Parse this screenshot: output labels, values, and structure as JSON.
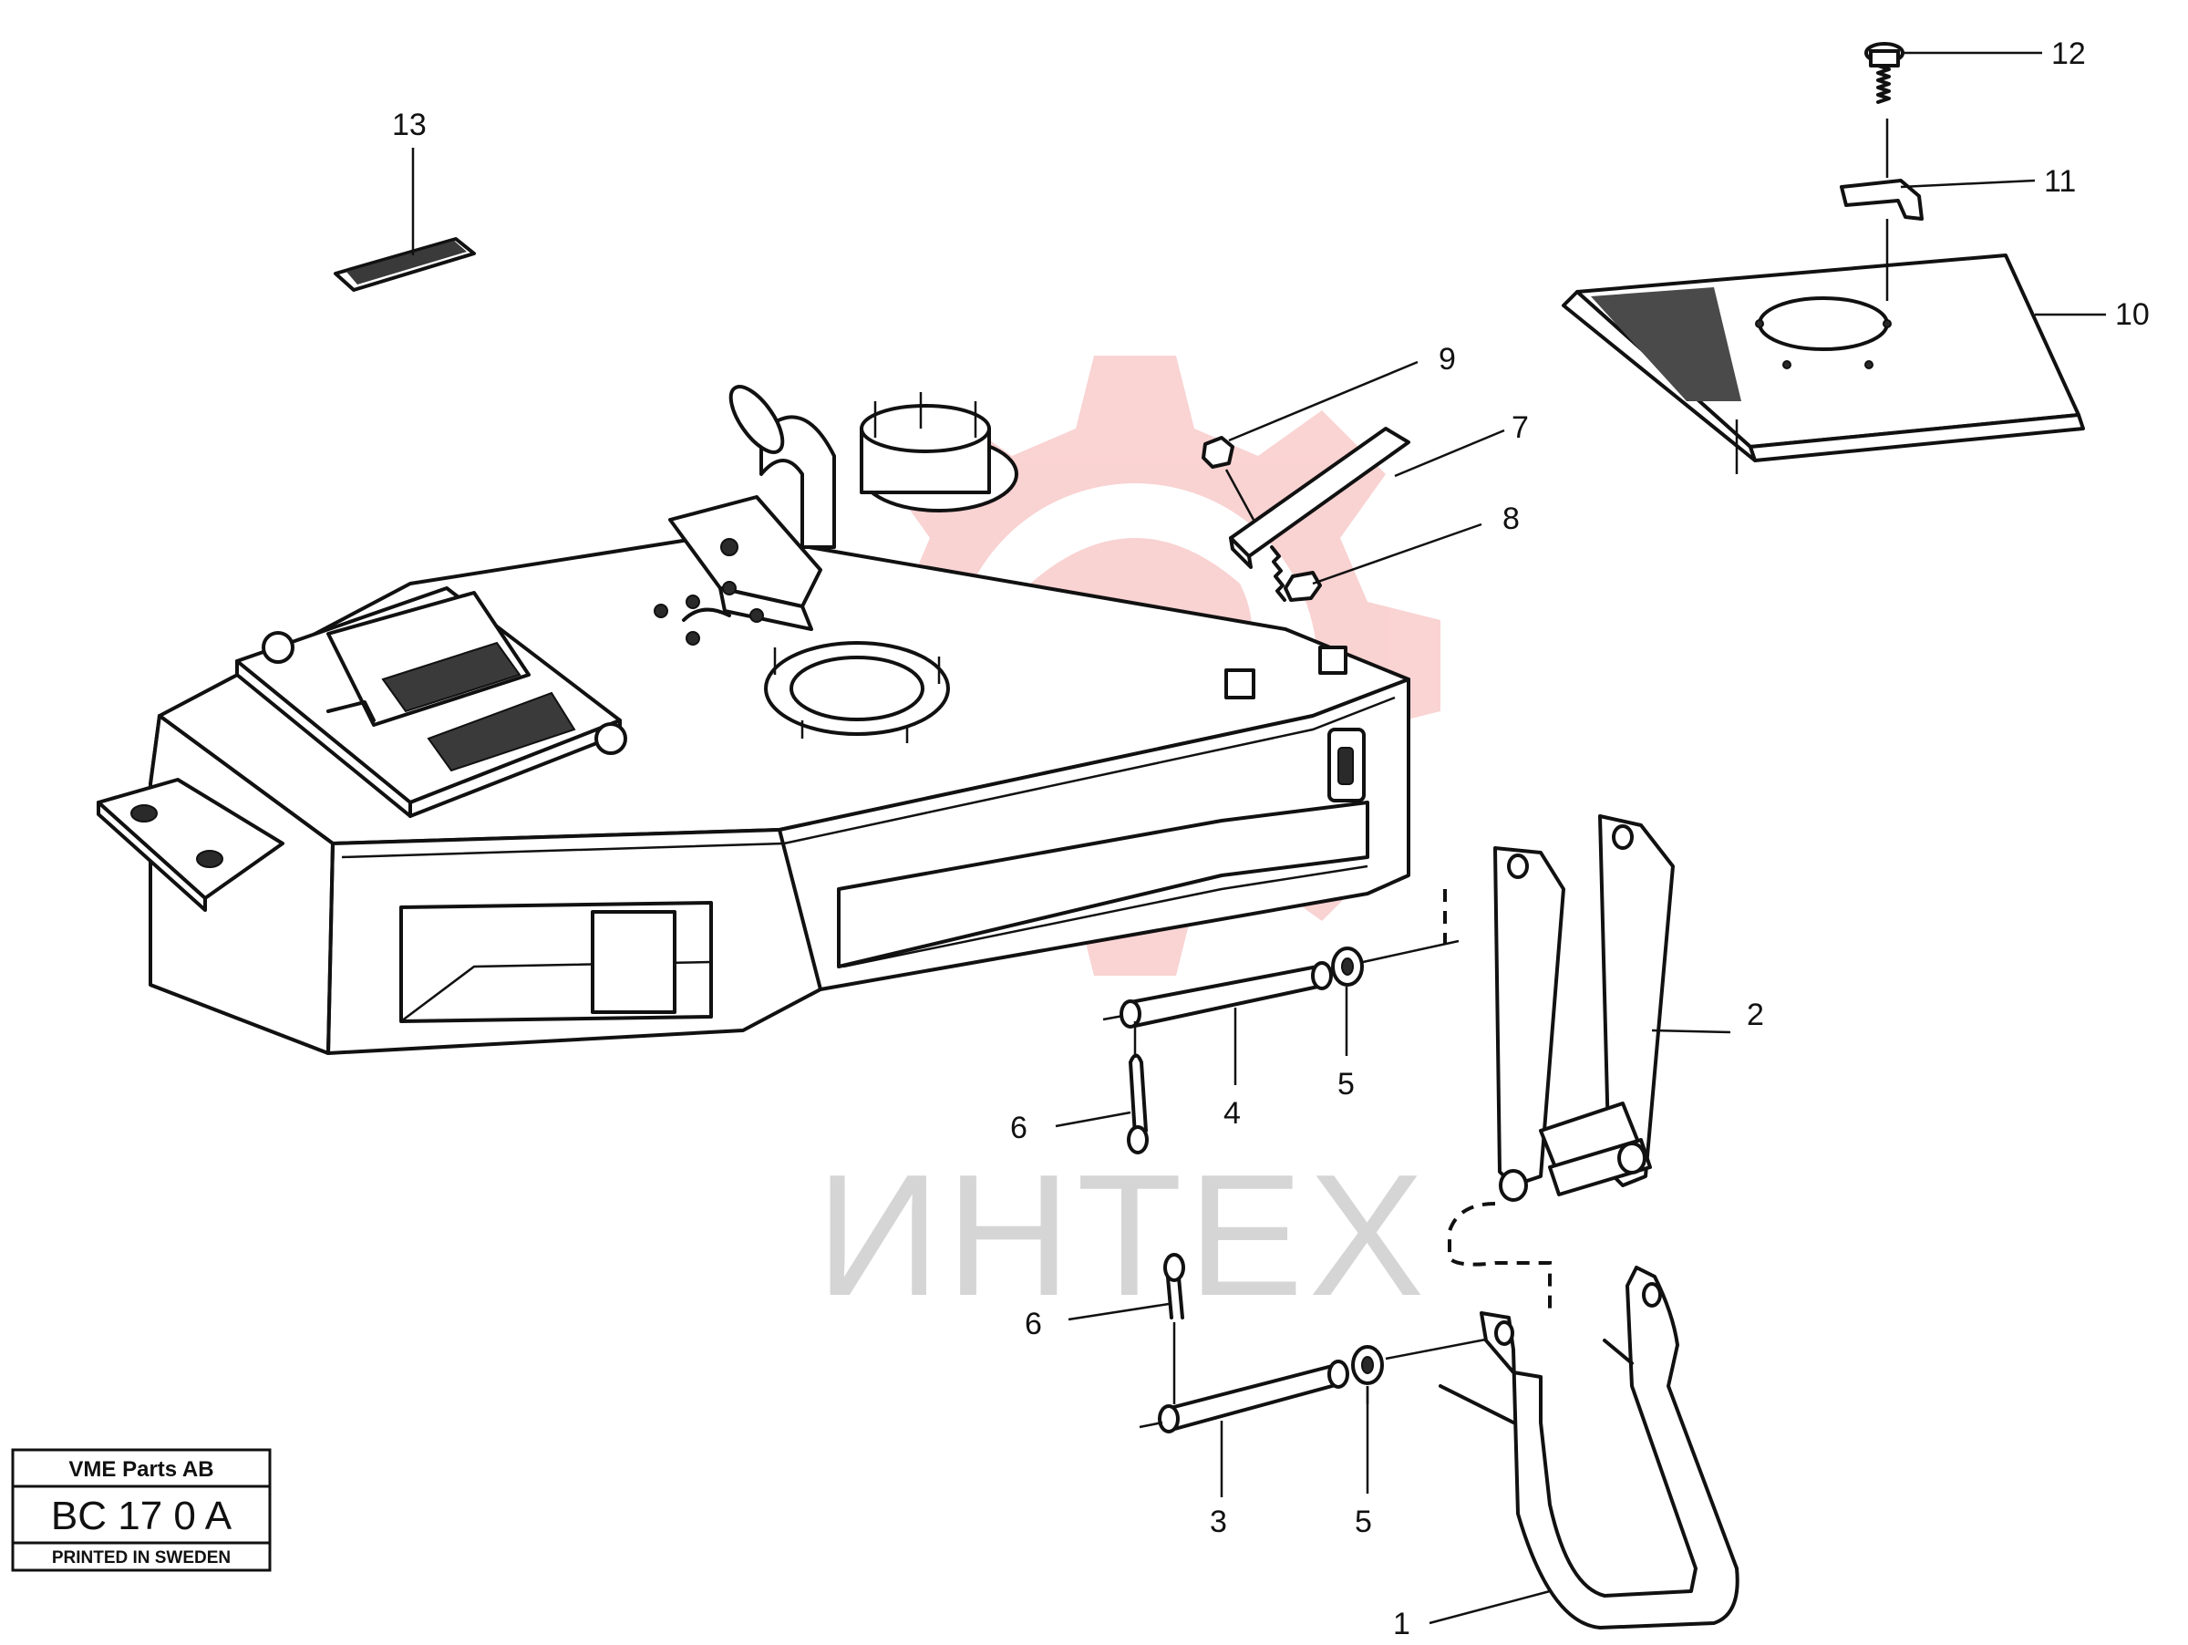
{
  "watermark": {
    "text": "ИНТЕХ",
    "gear_color": "#f08080",
    "text_color": "#c8c8c8"
  },
  "stamp": {
    "company": "VME Parts AB",
    "code": "BC 17 0 A",
    "printed": "PRINTED IN SWEDEN"
  },
  "callouts": [
    {
      "id": "1",
      "label": "1"
    },
    {
      "id": "2",
      "label": "2"
    },
    {
      "id": "3",
      "label": "3"
    },
    {
      "id": "4",
      "label": "4"
    },
    {
      "id": "5a",
      "label": "5"
    },
    {
      "id": "5b",
      "label": "5"
    },
    {
      "id": "6a",
      "label": "6"
    },
    {
      "id": "6b",
      "label": "6"
    },
    {
      "id": "7",
      "label": "7"
    },
    {
      "id": "8",
      "label": "8"
    },
    {
      "id": "9",
      "label": "9"
    },
    {
      "id": "10",
      "label": "10"
    },
    {
      "id": "11",
      "label": "11"
    },
    {
      "id": "12",
      "label": "12"
    },
    {
      "id": "13",
      "label": "13"
    }
  ]
}
